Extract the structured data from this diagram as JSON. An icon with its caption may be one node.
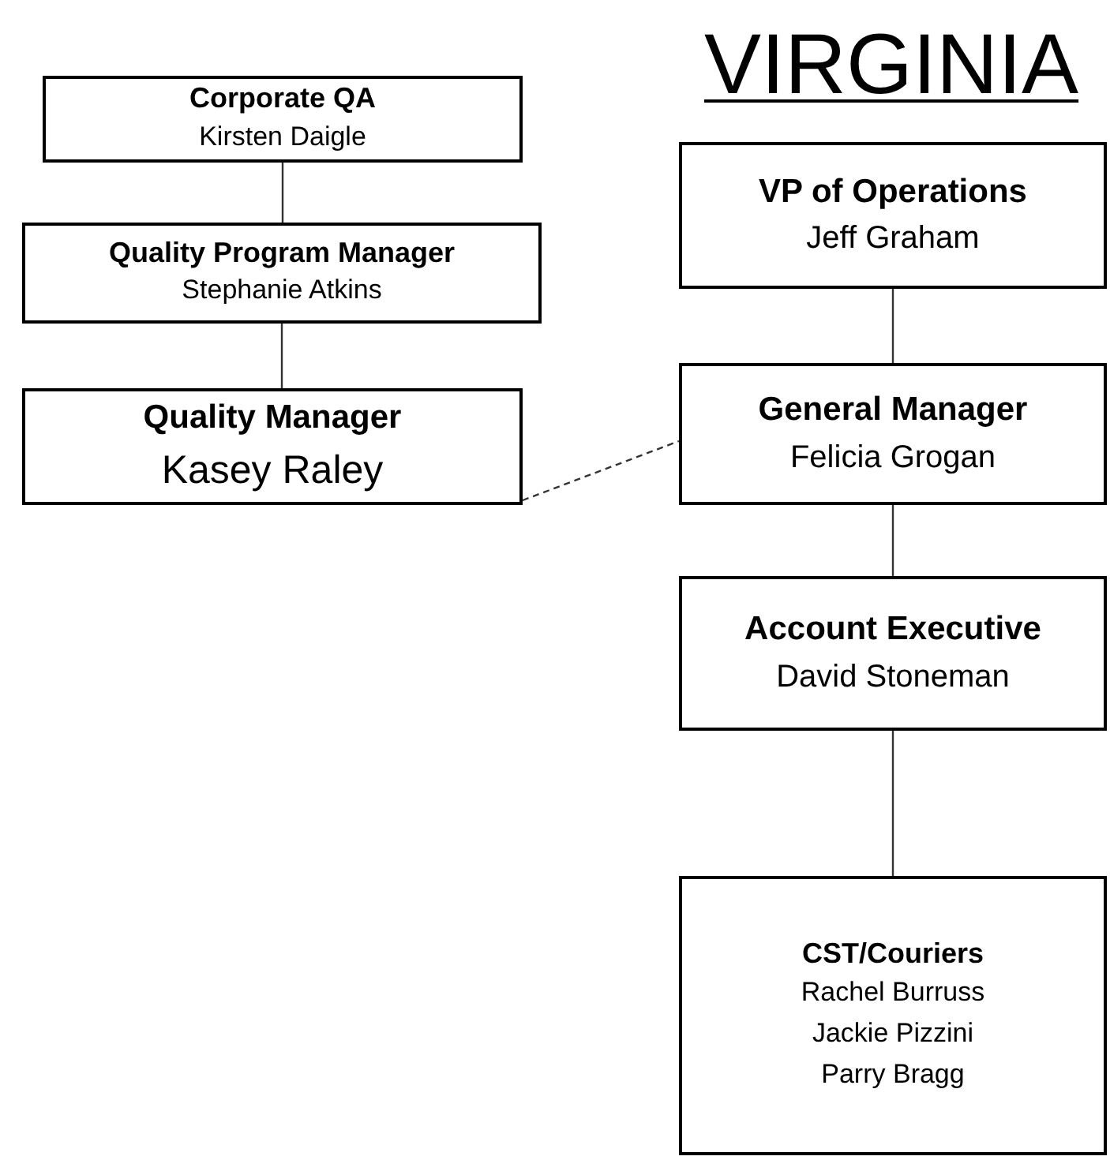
{
  "diagram": {
    "title": "VIRGINIA",
    "nodes": [
      {
        "text": [
          "Corporate QA",
          "Kirsten Daigle"
        ]
      },
      {
        "text": [
          "Quality Program Manager",
          "Stephanie Atkins"
        ]
      },
      {
        "text": [
          "Quality Manager",
          "Kasey Raley"
        ]
      },
      {
        "text": [
          "VP of Operations",
          "Jeff Graham"
        ]
      },
      {
        "text": [
          "General Manager",
          "Felicia Grogan"
        ]
      },
      {
        "text": [
          "Account Executive",
          "David Stoneman"
        ]
      },
      {
        "text": [
          "CST/Couriers",
          "Rachel Burruss",
          "Jackie Pizzini",
          "Parry Bragg"
        ]
      }
    ],
    "edges": [
      {
        "from": 0,
        "to": 1,
        "arrow": "none"
      },
      {
        "from": 1,
        "to": 2,
        "arrow": "none"
      },
      {
        "from": 2,
        "to": 4,
        "arrow": "none",
        "style": "dashed"
      },
      {
        "from": 3,
        "to": 4,
        "arrow": "none"
      },
      {
        "from": 4,
        "to": 5,
        "arrow": "none"
      },
      {
        "from": 5,
        "to": 6,
        "arrow": "none"
      }
    ]
  }
}
